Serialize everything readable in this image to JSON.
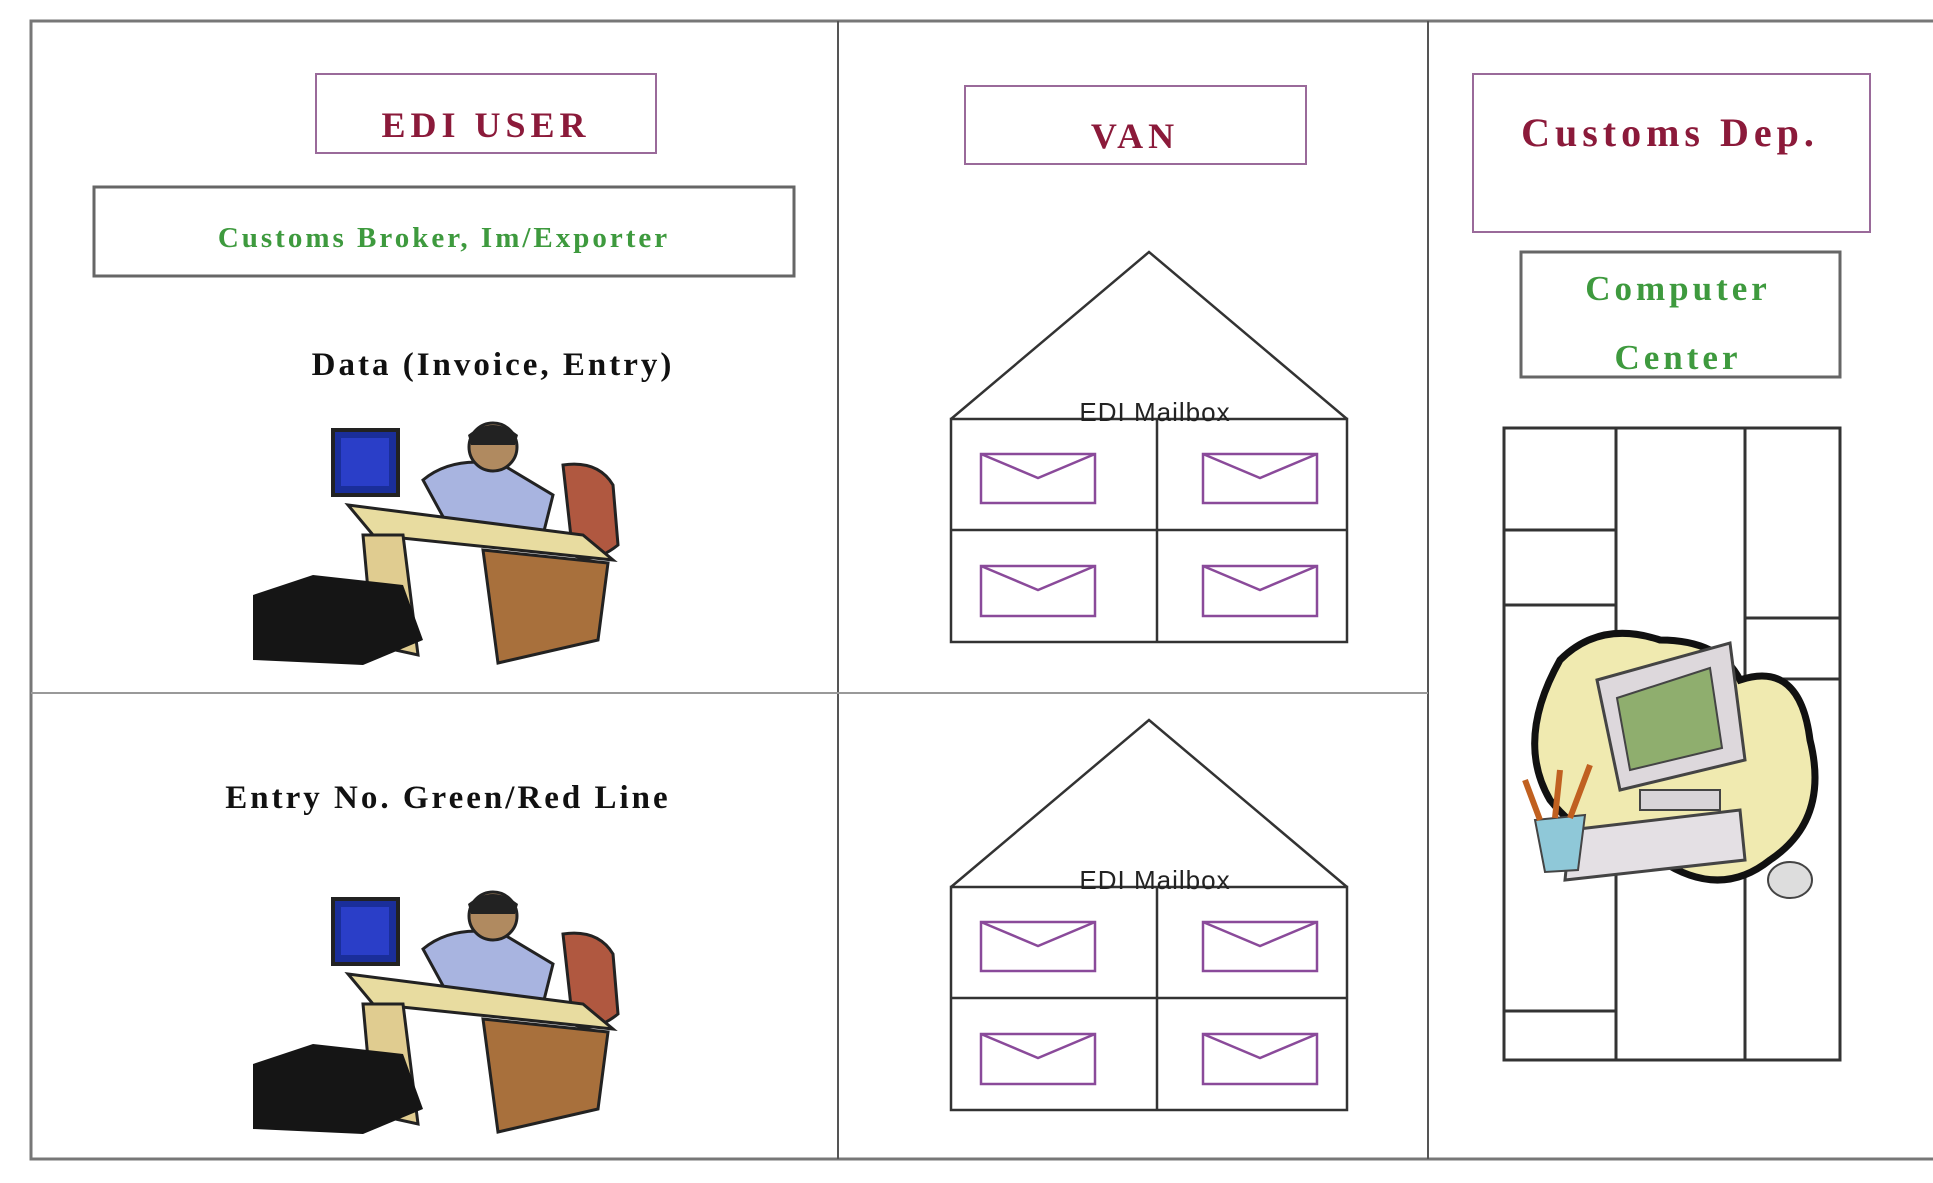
{
  "user_column": {
    "title": "EDI USER",
    "subtitle": "Customs Broker, Im/Exporter",
    "send_label": "Data (Invoice, Entry)",
    "receive_label": "Entry No. Green/Red Line"
  },
  "van_column": {
    "title": "VAN",
    "mailbox_top": "EDI Mailbox",
    "mailbox_bottom": "EDI Mailbox"
  },
  "customs_column": {
    "title": "Customs Dep.",
    "subtitle_line1": "Computer",
    "subtitle_line2": "Center"
  },
  "colors": {
    "title_red": "#8b1a3a",
    "subtitle_green": "#3e9a3e",
    "box_purple": "#9a6a9a",
    "envelope_purple": "#8a4a9a"
  }
}
